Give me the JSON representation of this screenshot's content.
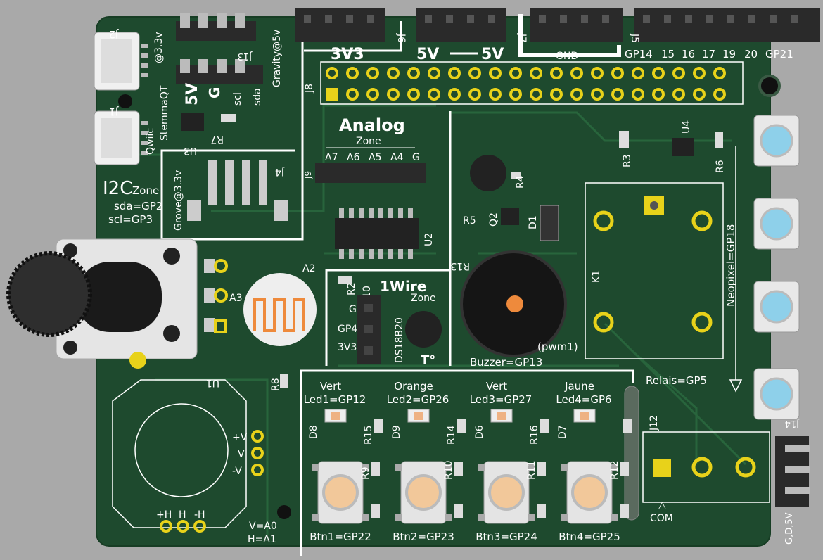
{
  "colors": {
    "board": "#1e4a2e",
    "board_edge": "#173d24",
    "silk": "#ffffff",
    "pad_gold": "#e8d21a",
    "header_black": "#2a2a2a",
    "button_blue": "#8ed0ea",
    "button_orange": "#f2c89a",
    "buzzer_dot": "#ee8a3c",
    "thermistor_orange": "#ee8a3c"
  },
  "top_labels": {
    "v33": "3V3",
    "v5a": "5V",
    "v5b": "5V",
    "gnd": "GND",
    "gp14": "GP14",
    "n15": "15",
    "n16": "16",
    "n17": "17",
    "n19": "19",
    "n20": "20",
    "gp21": "GP21",
    "j6": "J6",
    "j7": "J7",
    "j5": "J5",
    "j8": "J8"
  },
  "i2c": {
    "title": "I2C",
    "zone": "Zone",
    "sda": "sda=GP2",
    "scl": "scl=GP3",
    "j2": "J2",
    "j1": "J1",
    "qwiic": "Qwiic",
    "stemma": "StemmaQT",
    "v33": "@3.3v",
    "j13": "J13",
    "gravity": "Gravity@5v",
    "p5v": "5V",
    "pg": "G",
    "pscl": "scl",
    "psda": "sda",
    "u3": "U3",
    "r7": "R7",
    "j4": "J4",
    "grove": "Grove@3.3v"
  },
  "analog": {
    "title": "Analog",
    "zone": "Zone",
    "pins": [
      "A7",
      "A6",
      "A5",
      "A4",
      "G"
    ],
    "j9": "J9",
    "u2": "U2"
  },
  "sensors": {
    "a2": "A2",
    "a3": "A3",
    "r2": "R2"
  },
  "onewire": {
    "title": "1Wire",
    "zone": "Zone",
    "j10": "J10",
    "g": "G",
    "gp4": "GP4",
    "v33": "3V3",
    "ds": "DS18B20",
    "t": "T°"
  },
  "buzzer": {
    "label": "Buzzer=GP13",
    "pwm": "(pwm1)",
    "r4": "R4",
    "r5": "R5",
    "q2": "Q2",
    "d1": "D1",
    "r13": "R13"
  },
  "relay": {
    "k1": "K1",
    "label": "Relais=GP5",
    "r3": "R3",
    "u4": "U4",
    "r6": "R6"
  },
  "neopixel": {
    "label": "Neopixel=GP18"
  },
  "j12": {
    "ref": "J12",
    "com": "COM",
    "triangle": "△"
  },
  "j14": {
    "ref": "J14",
    "label": "G,D,5V"
  },
  "joystick": {
    "u1": "U1",
    "r8": "R8",
    "vplus": "+V",
    "v": "V",
    "vminus": "-V",
    "hplus": "+H",
    "h": "H",
    "hminus": "-H",
    "va0": "V=A0",
    "ha1": "H=A1"
  },
  "leds": [
    {
      "color": "Vert",
      "name": "Led1=GP12",
      "d": "D8",
      "r": "R15"
    },
    {
      "color": "Orange",
      "name": "Led2=GP26",
      "d": "D9",
      "r": "R14"
    },
    {
      "color": "Vert",
      "name": "Led3=GP27",
      "d": "D6",
      "r": "R16"
    },
    {
      "color": "Jaune",
      "name": "Led4=GP6",
      "d": "D7",
      "r": ""
    }
  ],
  "buttons": [
    {
      "name": "Btn1=GP22",
      "r1": "R9",
      "r2": ""
    },
    {
      "name": "Btn2=GP23",
      "r1": "R10",
      "r2": ""
    },
    {
      "name": "Btn3=GP24",
      "r1": "R11",
      "r2": ""
    },
    {
      "name": "Btn4=GP25",
      "r1": "R12",
      "r2": ""
    }
  ]
}
